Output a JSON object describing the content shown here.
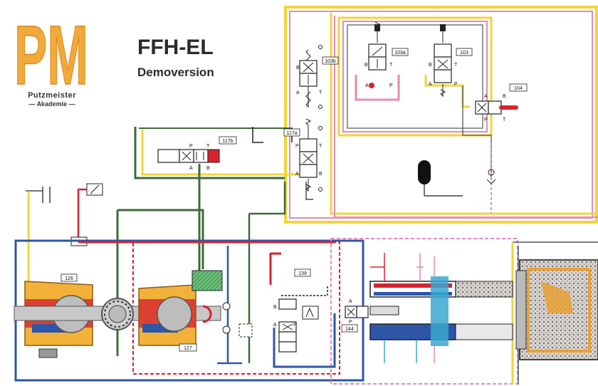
{
  "logo": {
    "monogram": "PM",
    "line1": "Putzmeister",
    "line2": "Akademie"
  },
  "header": {
    "title": "FFH-EL",
    "subtitle": "Demoversion"
  },
  "components": {
    "c103b": "103b",
    "c103a": "103a",
    "c103": "103",
    "c104": "104",
    "c117b": "117b",
    "c117a": "117a",
    "c126": "126",
    "c127": "127",
    "c139": "139",
    "c144": "144"
  },
  "ports": {
    "A": "A",
    "B": "B",
    "P": "P",
    "T": "T"
  },
  "colors": {
    "yellow": "#f2d43a",
    "pink": "#e48ab8",
    "green": "#3d6b3a",
    "red": "#d6232f",
    "blue": "#2d56a8",
    "cyan": "#3aa7cf",
    "orange": "#e8a034",
    "gray": "#8a8a8a",
    "logo": "#f2a93b"
  }
}
